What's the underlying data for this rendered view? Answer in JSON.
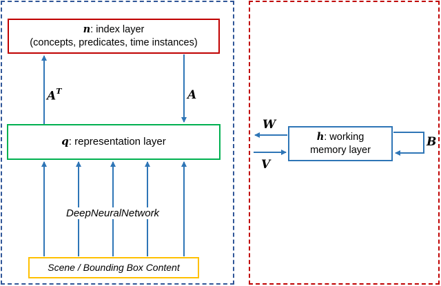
{
  "index_layer": {
    "symbol": "n",
    "title": ": index layer",
    "subtitle": "(concepts, predicates, time instances)"
  },
  "representation_layer": {
    "symbol": "q",
    "title": ": representation layer"
  },
  "scene_box": {
    "label": "Scene / Bounding Box Content"
  },
  "network_label": "DeepNeuralNetwork",
  "working_memory": {
    "symbol": "h",
    "title": ": working",
    "subtitle": "memory layer"
  },
  "matrices": {
    "a_transpose": "A",
    "a_transpose_sup": "T",
    "a": "A",
    "w": "W",
    "v": "V",
    "b": "B"
  },
  "colors": {
    "left_panel_border": "#2f5597",
    "right_panel_border": "#c00000",
    "index_border": "#c00000",
    "representation_border": "#00b050",
    "scene_border": "#ffc000",
    "working_memory_border": "#2e75b6",
    "arrow": "#2e75b6"
  }
}
